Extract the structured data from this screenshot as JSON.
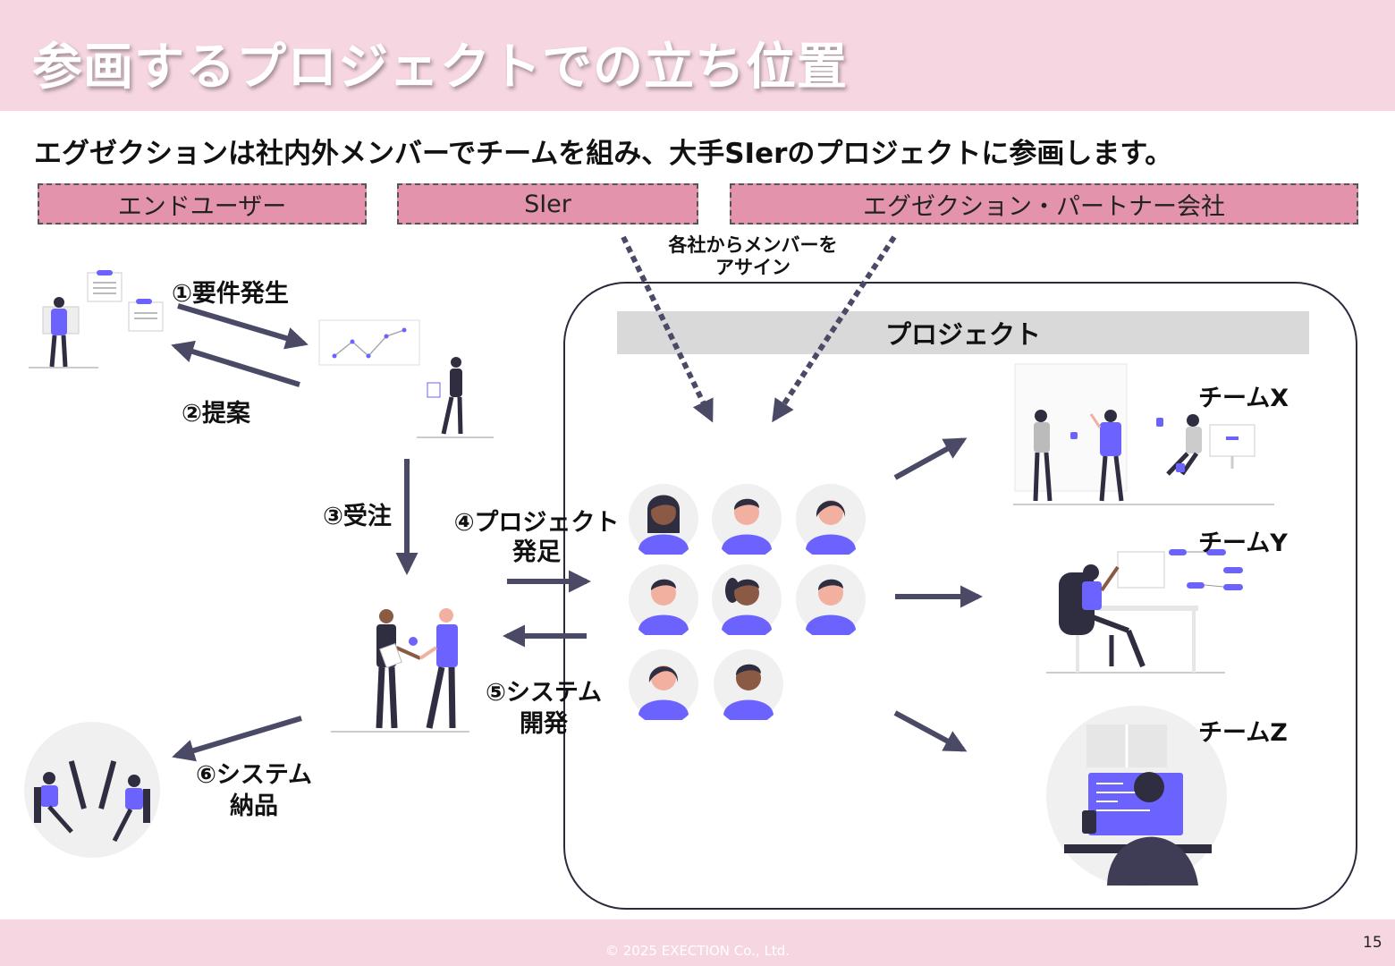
{
  "header": {
    "title": "参画するプロジェクトでの立ち位置"
  },
  "subtitle": "エグゼクションは社内外メンバーでチームを組み、大手SIerのプロジェクトに参画します。",
  "categories": [
    {
      "label": "エンドユーザー"
    },
    {
      "label": "SIer"
    },
    {
      "label": "エグゼクション・パートナー会社"
    }
  ],
  "assign_note": {
    "line1": "各社からメンバーを",
    "line2": "アサイン"
  },
  "steps": {
    "s1": "①要件発生",
    "s2": "②提案",
    "s3": "③受注",
    "s4_line1": "④プロジェクト",
    "s4_line2": "発足",
    "s5_line1": "⑤システム",
    "s5_line2": "開発",
    "s6_line1": "⑥システム",
    "s6_line2": "納品"
  },
  "project": {
    "title": "プロジェクト"
  },
  "teams": [
    {
      "label": "チームX"
    },
    {
      "label": "チームY"
    },
    {
      "label": "チームZ"
    }
  ],
  "colors": {
    "header_bg": "#f6d6e1",
    "category_bg": "#e393ab",
    "accent_purple": "#6c63ff",
    "arrow": "#4a4a66"
  },
  "footer": {
    "copyright": "© 2025 EXECTION Co., Ltd.",
    "page_number": "15"
  }
}
